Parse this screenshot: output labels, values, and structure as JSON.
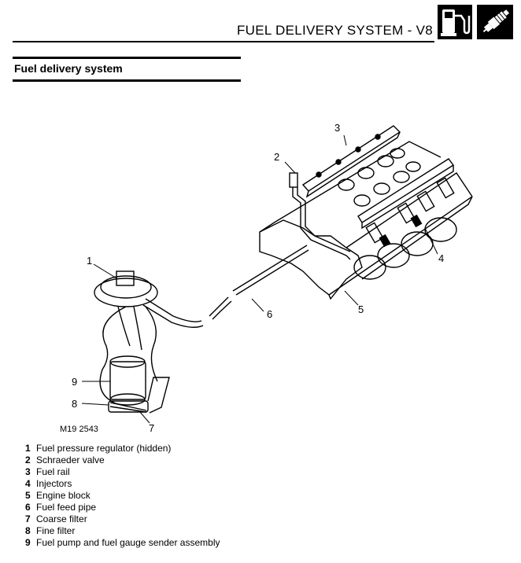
{
  "header": {
    "title": "FUEL DELIVERY SYSTEM - V8",
    "icons": [
      "fuel-pump-icon",
      "spark-plug-icon"
    ]
  },
  "section": {
    "title": "Fuel delivery system"
  },
  "figure": {
    "reference": "M19 2543",
    "callouts": [
      "1",
      "2",
      "3",
      "4",
      "5",
      "6",
      "7",
      "8",
      "9"
    ]
  },
  "legend": [
    {
      "num": "1",
      "text": "Fuel pressure regulator (hidden)"
    },
    {
      "num": "2",
      "text": "Schraeder valve"
    },
    {
      "num": "3",
      "text": "Fuel rail"
    },
    {
      "num": "4",
      "text": "Injectors"
    },
    {
      "num": "5",
      "text": "Engine block"
    },
    {
      "num": "6",
      "text": "Fuel feed pipe"
    },
    {
      "num": "7",
      "text": "Coarse filter"
    },
    {
      "num": "8",
      "text": "Fine filter"
    },
    {
      "num": "9",
      "text": "Fuel pump and fuel gauge sender assembly"
    }
  ]
}
